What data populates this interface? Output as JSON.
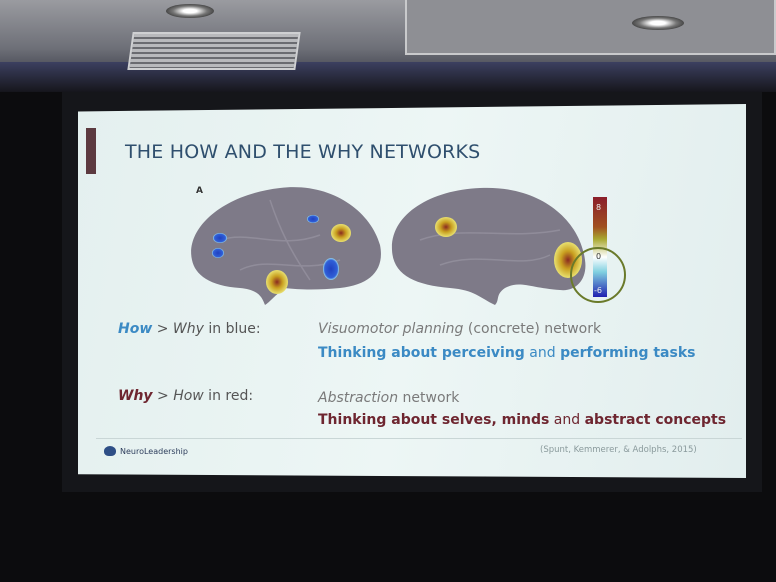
{
  "slide": {
    "title": "THE HOW AND THE WHY NETWORKS",
    "figure_label": "A",
    "colorbar": {
      "max": "8",
      "mid": "0",
      "min": "-6"
    },
    "how_row": {
      "how": "How",
      "gt": " > ",
      "why": "Why",
      "rest": " in blue:",
      "desc_italic": "Visuomotor planning",
      "desc_rest": " (concrete) network",
      "line2_a": "Thinking about perceiving",
      "line2_and": " and ",
      "line2_b": "performing tasks"
    },
    "why_row": {
      "why": "Why",
      "gt": " > ",
      "how": "How",
      "rest": " in red:",
      "desc_italic": "Abstraction",
      "desc_rest": " network",
      "line2_a": "Thinking about selves, minds",
      "line2_and": " and ",
      "line2_b": "abstract concepts"
    },
    "logo_text": "NeuroLeadership",
    "citation": "(Spunt, Kemmerer, & Adolphs, 2015)"
  },
  "colors": {
    "blue": "#3b8ac4",
    "red": "#6e2630",
    "title": "#2f4f6e"
  }
}
